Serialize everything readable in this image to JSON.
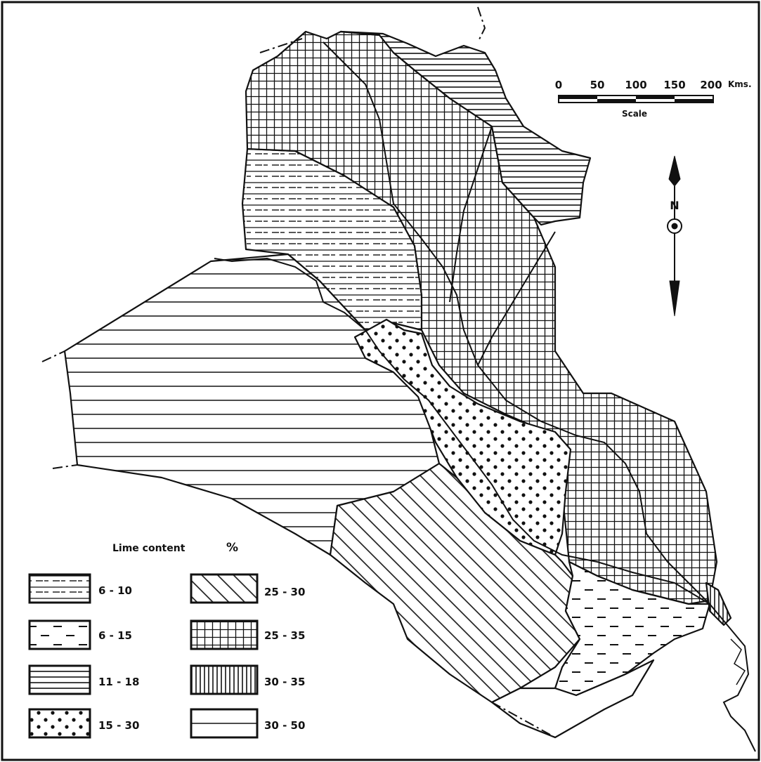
{
  "scale_bar": {
    "ticks": [
      "0",
      "50",
      "100",
      "150",
      "200"
    ],
    "unit": "Kms.",
    "caption": "Scale"
  },
  "north_arrow": {
    "label": "N"
  },
  "legend": {
    "title": "Lime content",
    "title_unit": "%",
    "items": [
      {
        "range": "6 - 10",
        "pattern": "dashed-lines"
      },
      {
        "range": "6 - 15",
        "pattern": "sparse-dashes"
      },
      {
        "range": "11 - 18",
        "pattern": "dense-horizontal"
      },
      {
        "range": "15 - 30",
        "pattern": "dots"
      },
      {
        "range": "25 - 30",
        "pattern": "diagonal-hatch"
      },
      {
        "range": "25 - 35",
        "pattern": "cross-hatch"
      },
      {
        "range": "30 - 35",
        "pattern": "vertical-lines"
      },
      {
        "range": "30 - 50",
        "pattern": "horizontal-lines"
      }
    ]
  },
  "colors": {
    "ink": "#111111",
    "paper": "#ffffff"
  }
}
